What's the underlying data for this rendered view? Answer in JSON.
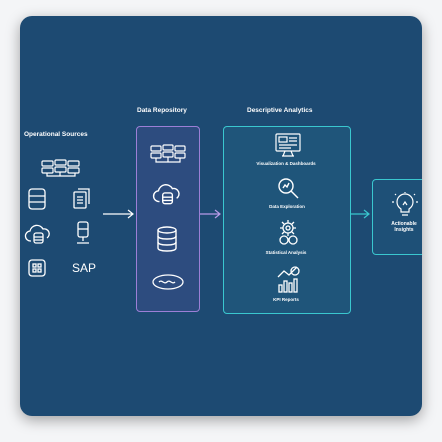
{
  "columns": {
    "operational_sources": "Operational Sources",
    "data_repository": "Data Repository",
    "descriptive_analytics": "Descriptive Analytics"
  },
  "sources": {
    "sap_label": "SAP"
  },
  "analytics": {
    "items": [
      {
        "label": "Visualization & Dashboards",
        "icon": "dashboard-icon"
      },
      {
        "label": "Data Exploration",
        "icon": "magnifier-icon"
      },
      {
        "label": "Statistical Analysis",
        "icon": "gears-icon"
      },
      {
        "label": "KPI Reports",
        "icon": "kpi-chart-icon"
      }
    ]
  },
  "output": {
    "label_line1": "Actionable",
    "label_line2": "Insights",
    "icon": "lightbulb-icon"
  },
  "colors": {
    "background": "#1d4a72",
    "repository_border": "#9c7fd6",
    "analytics_border": "#3ac7cf",
    "icon_stroke": "#ffffff"
  }
}
